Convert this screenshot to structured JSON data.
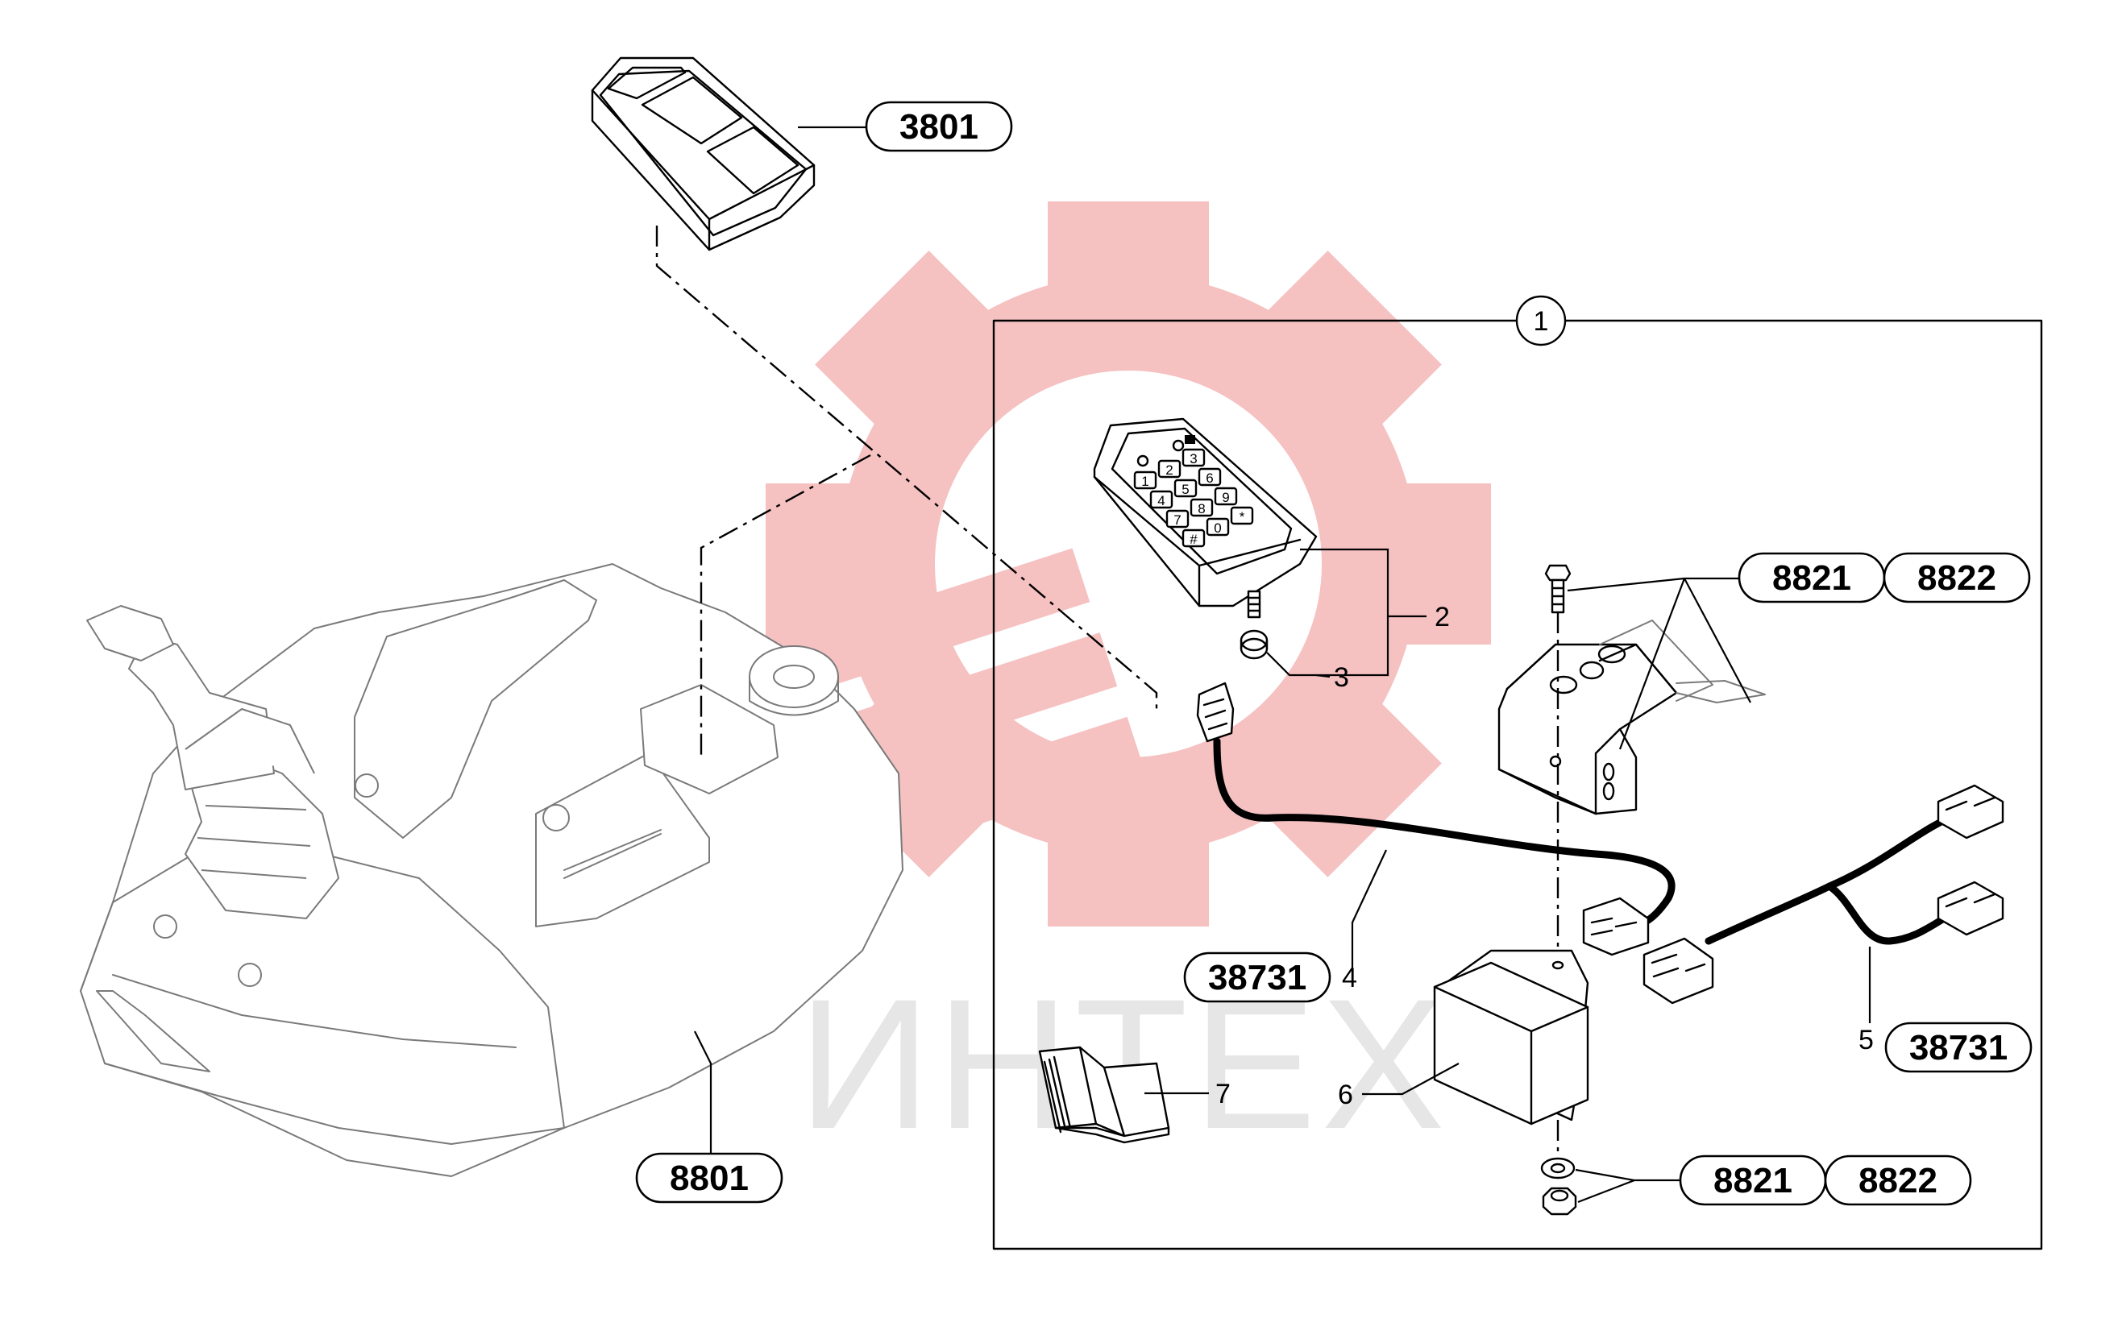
{
  "watermark": {
    "text": "ИНТЕХ",
    "gear_color": "#f4b6b6",
    "text_color": "#e6e6e6"
  },
  "part_refs": {
    "top_switch": "3801",
    "console": "8801",
    "bolt_bracket_a": "8821",
    "bolt_bracket_b": "8822",
    "harness_left": "38731",
    "harness_right": "38731",
    "nut_washer_a": "8821",
    "nut_washer_b": "8822"
  },
  "item_numbers": {
    "kit": "1",
    "keypad": "2",
    "nut": "3",
    "cable": "4",
    "harness": "5",
    "module": "6",
    "manual": "7"
  },
  "keypad_keys": [
    "1",
    "2",
    "3",
    "4",
    "5",
    "6",
    "7",
    "8",
    "9",
    "#",
    "0",
    "*"
  ],
  "colors": {
    "line": "#000000",
    "light_line": "#7a7a7a",
    "background": "#ffffff"
  }
}
